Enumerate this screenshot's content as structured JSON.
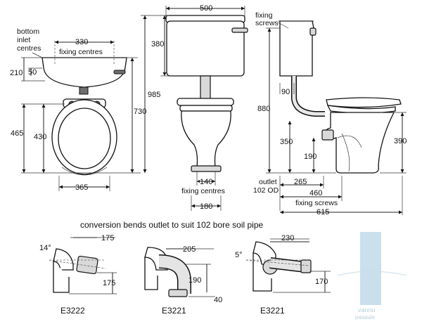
{
  "colors": {
    "line": "#222222",
    "shade": "#d9d9d9",
    "watermark": "#9fc6dc"
  },
  "front": {
    "bottom_inlet_l1": "bottom",
    "bottom_inlet_l2": "inlet",
    "bottom_inlet_l3": "centres",
    "d330": "330",
    "fixing_centres": "fixing centres",
    "d210": "210",
    "d50": "50",
    "d465": "465",
    "d430": "430",
    "d730": "730",
    "d365": "365"
  },
  "pan_front": {
    "d500": "500",
    "d380": "380",
    "d985": "985",
    "d140": "140",
    "fixing_centres": "fixing centres",
    "d180": "180"
  },
  "side": {
    "fixing_l1": "fixing",
    "fixing_l2": "screws",
    "d880": "880",
    "d90": "90",
    "d350": "350",
    "d190": "190",
    "d390": "390",
    "outlet_l1": "outlet",
    "outlet_l2": "102 OD",
    "d265": "265",
    "d460": "460",
    "fixing_screws": "fixing screws",
    "d615": "615"
  },
  "bends": {
    "title": "conversion bends outlet to suit 102 bore soil pipe",
    "b1_angle": "14°",
    "b1_d175a": "175",
    "b1_d175b": "175",
    "b1_code": "E3222",
    "b2_d205": "205",
    "b2_d190": "190",
    "b2_d40": "40",
    "b2_code": "E3221",
    "b3_angle": "5°",
    "b3_d230": "230",
    "b3_d170": "170",
    "b3_code": "E3221"
  },
  "watermark": {
    "l1": "vannu",
    "l2": "pasaule"
  }
}
